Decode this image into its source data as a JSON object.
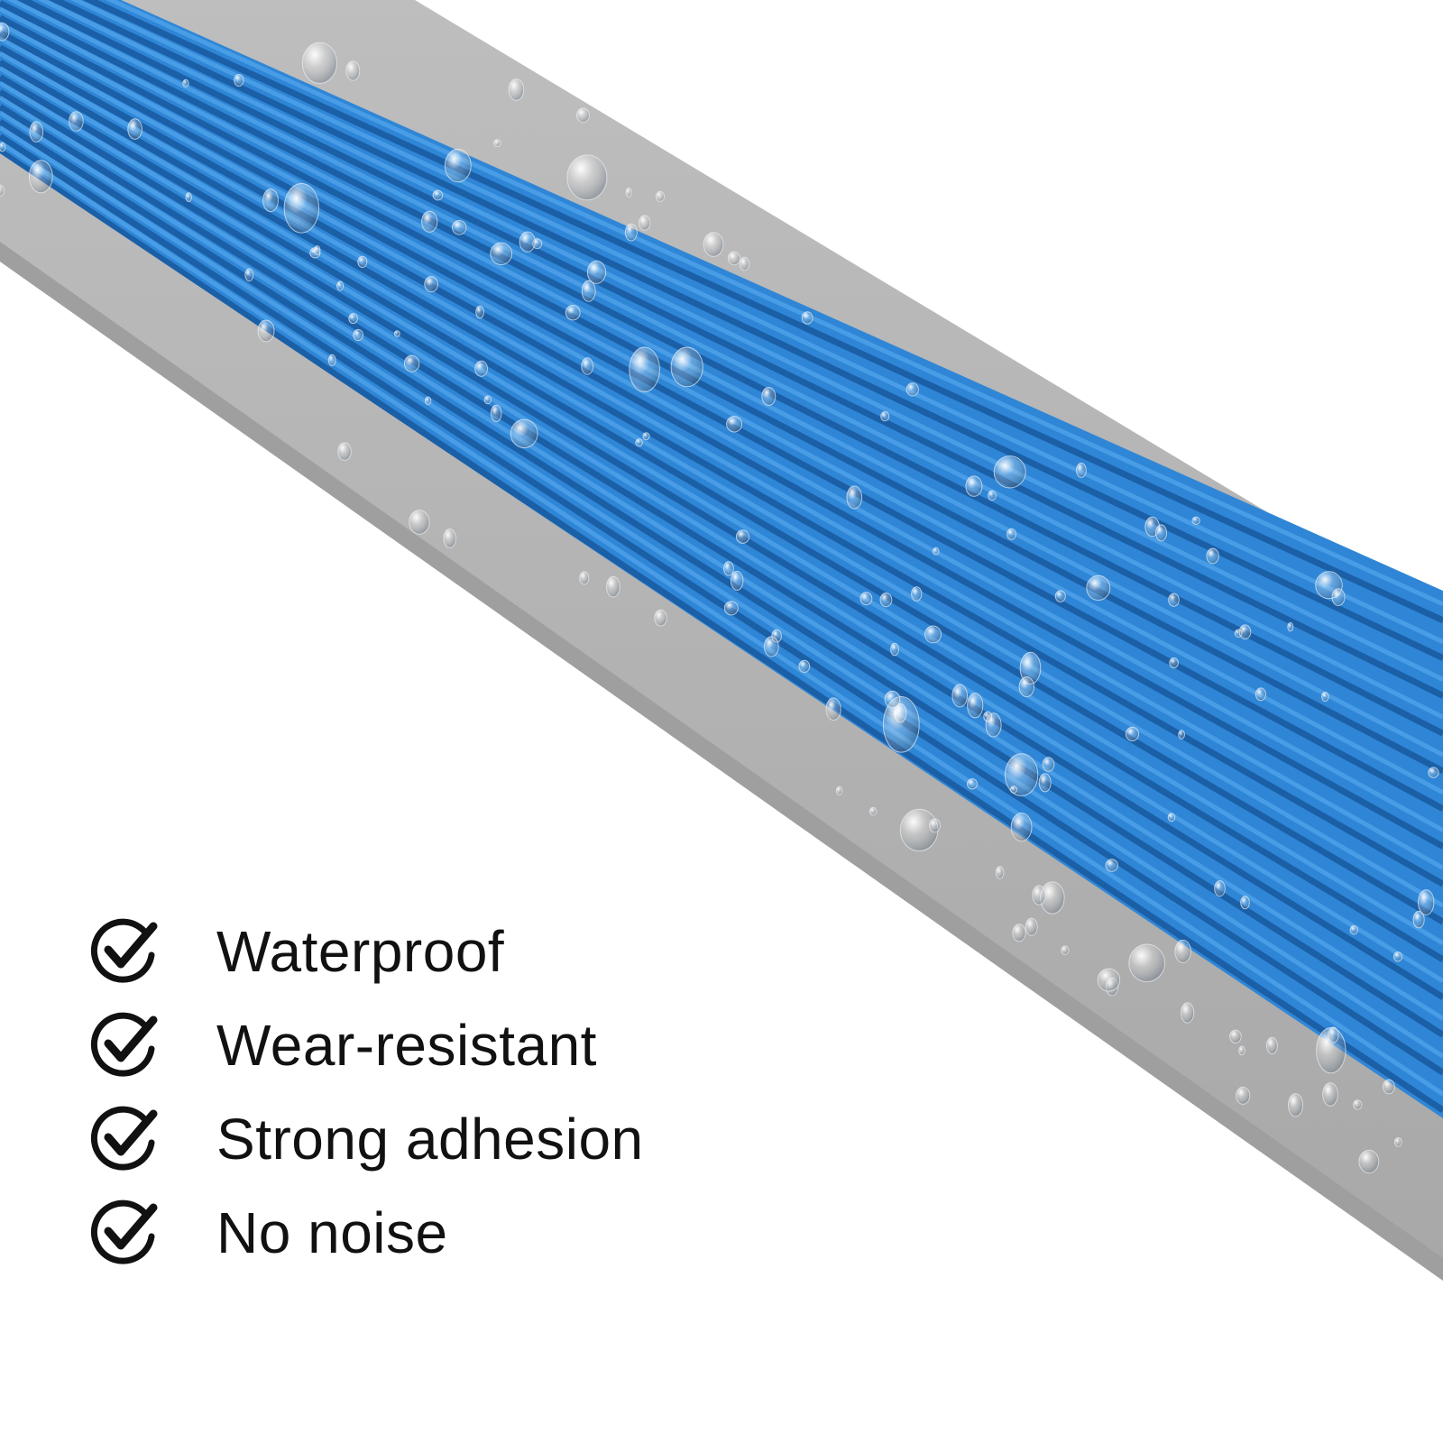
{
  "product": {
    "description_colors": {
      "rail": "#b9b9b9",
      "rail_shadow": "#9a9a9a",
      "insert": "#2f86d6",
      "groove": "#1b5fa6",
      "ridge_highlight": "#4fa3ea"
    }
  },
  "features": {
    "icon": "checkmark-circle-icon",
    "items": [
      {
        "label": "Waterproof"
      },
      {
        "label": "Wear-resistant"
      },
      {
        "label": "Strong adhesion"
      },
      {
        "label": "No noise"
      }
    ]
  }
}
